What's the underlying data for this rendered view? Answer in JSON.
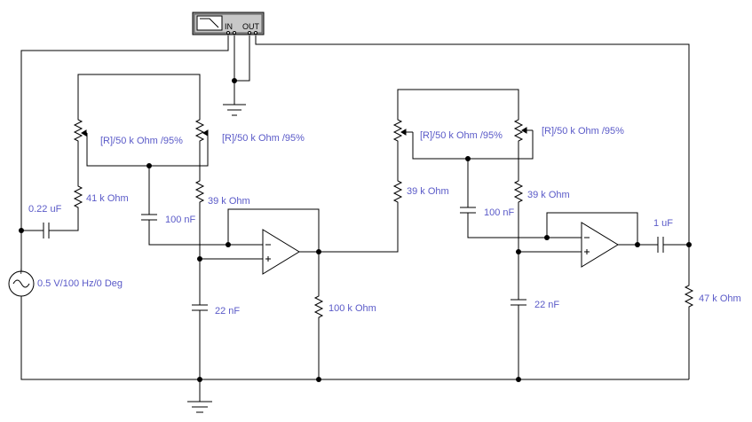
{
  "instrument": {
    "icon": "bode-plotter-icon",
    "in_label": "IN",
    "out_label": "OUT"
  },
  "labels": {
    "cap_input": "0.22 uF",
    "res_41k": "41 k Ohm",
    "pot1": "[R]/50 k Ohm /95%",
    "pot2": "[R]/50 k Ohm /95%",
    "cap_100n_1": "100 nF",
    "res_39k_1": "39 k Ohm",
    "cap_22n_1": "22 nF",
    "res_100k": "100 k Ohm",
    "source": "0.5 V/100 Hz/0 Deg",
    "pot3": "[R]/50 k Ohm /95%",
    "pot4": "[R]/50 k Ohm /95%",
    "res_39k_2": "39 k Ohm",
    "res_39k_3": "39 k Ohm",
    "cap_100n_2": "100 nF",
    "cap_22n_2": "22 nF",
    "cap_out": "1 uF",
    "res_47k": "47 k Ohm"
  },
  "colors": {
    "wire": "#000000",
    "label": "#5a5ac8",
    "background": "#ffffff",
    "instrument_body": "#9a9a9a"
  }
}
